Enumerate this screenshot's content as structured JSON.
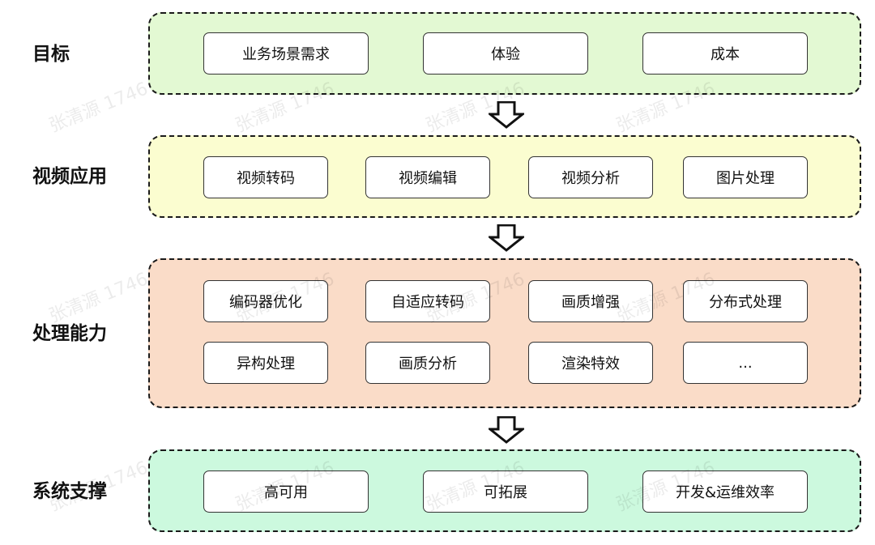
{
  "colors": {
    "goal_fill": "#e3f9d3",
    "app_fill": "#fbfdd0",
    "capability_fill": "#fadcc8",
    "support_fill": "#ccf9de",
    "border": "#1a1a1a"
  },
  "rows": {
    "goal": {
      "label": "目标",
      "items": [
        "业务场景需求",
        "体验",
        "成本"
      ]
    },
    "application": {
      "label": "视频应用",
      "items": [
        "视频转码",
        "视频编辑",
        "视频分析",
        "图片处理"
      ]
    },
    "capability": {
      "label": "处理能力",
      "items": [
        "编码器优化",
        "自适应转码",
        "画质增强",
        "分布式处理",
        "异构处理",
        "画质分析",
        "渲染特效",
        "..."
      ]
    },
    "support": {
      "label": "系统支撑",
      "items": [
        "高可用",
        "可拓展",
        "开发&运维效率"
      ]
    }
  },
  "arrow_icon": "hollow-down-arrow",
  "watermark": "张清源 1746"
}
